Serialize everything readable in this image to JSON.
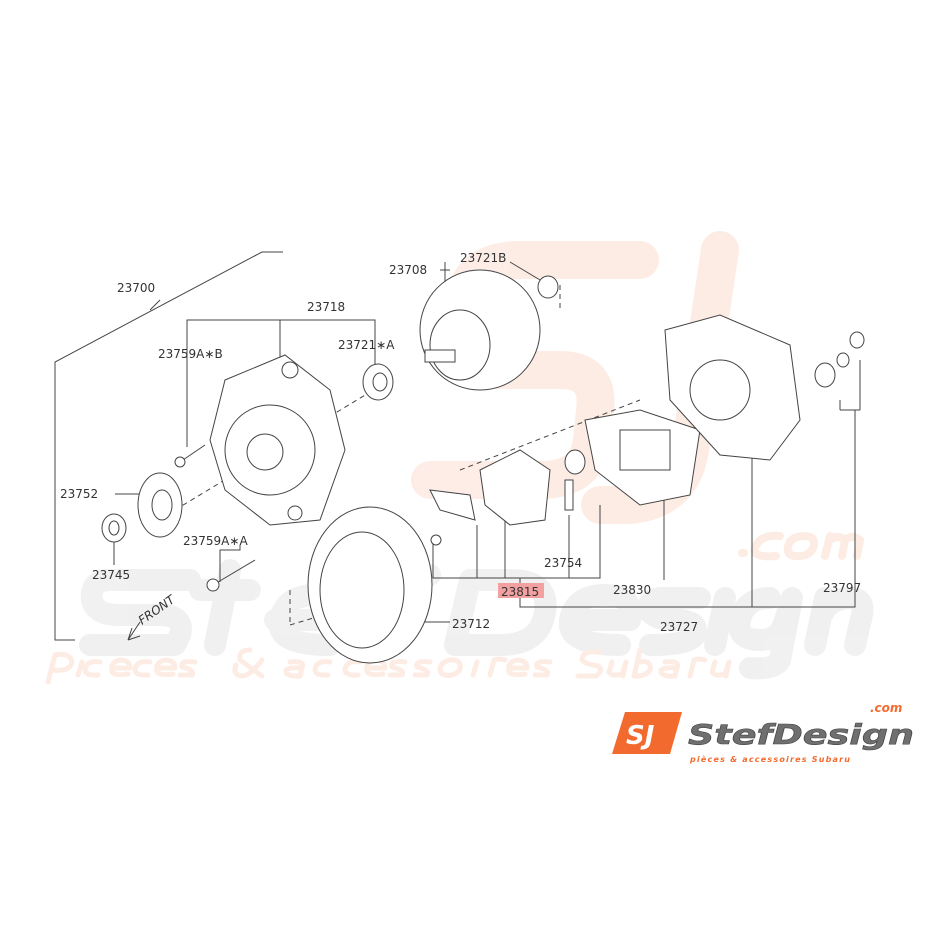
{
  "watermark": {
    "monogram": "SJ",
    "brand": "StefDesign",
    "domain": ".com",
    "tagline": "pièces & accessoires Subaru"
  },
  "parts": {
    "p23700": "23700",
    "p23718": "23718",
    "p23759AB": "23759A∗B",
    "p23721A": "23721∗A",
    "p23708": "23708",
    "p23721B": "23721B",
    "p23752": "23752",
    "p23745": "23745",
    "p23759AA": "23759A∗A",
    "p23712": "23712",
    "p23754": "23754",
    "p23815": "23815",
    "p23830": "23830",
    "p23797": "23797",
    "p23727": "23727"
  },
  "front_label": "FRONT",
  "logo": {
    "monogram": "SJ",
    "brand": "StefDesign",
    "domain": ".com",
    "tagline": "pièces & accessoires Subaru"
  },
  "colors": {
    "accent": "#f26a2e",
    "highlight": "#f3a0a0"
  }
}
